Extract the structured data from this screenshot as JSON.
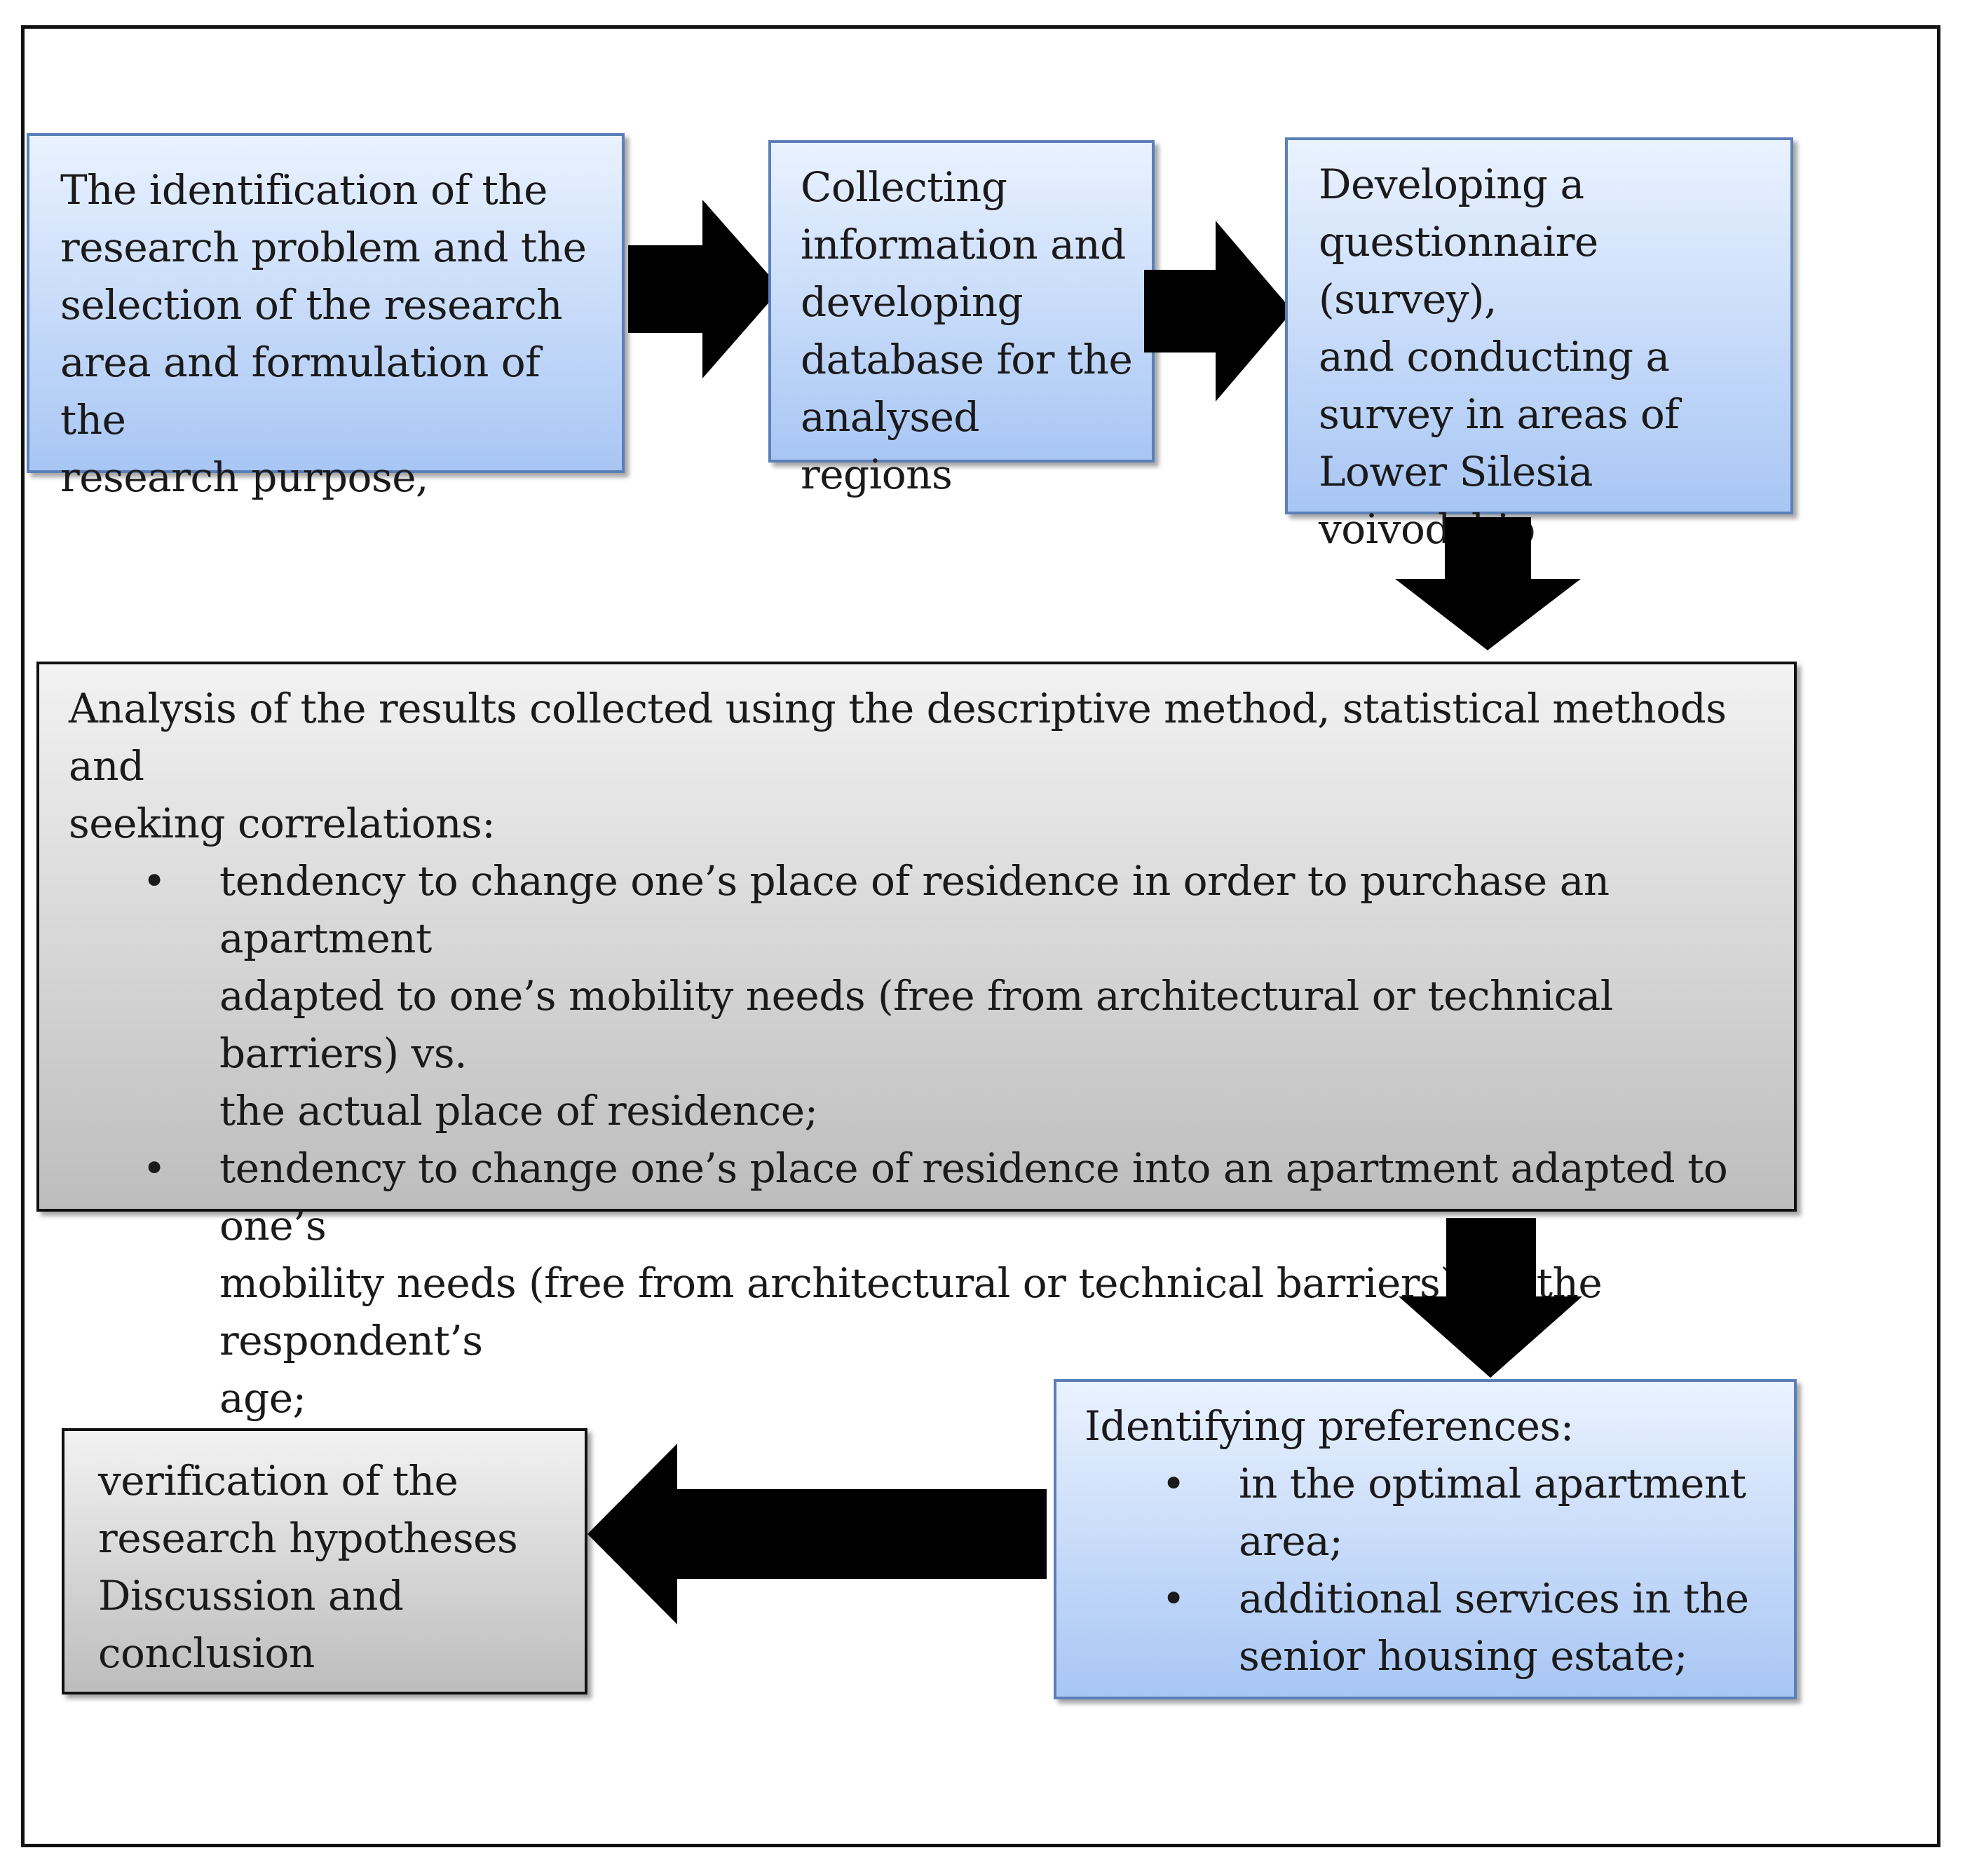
{
  "steps": {
    "identification": {
      "lines": [
        "The identification of the",
        "research problem and the",
        "selection of the research",
        "area and formulation of the",
        "research purpose,"
      ]
    },
    "collecting": {
      "lines": [
        "Collecting",
        "information and",
        "developing",
        "database for the",
        "analysed regions"
      ]
    },
    "questionnaire": {
      "lines": [
        "Developing a",
        "questionnaire (survey),",
        "and conducting a",
        "survey in areas of",
        "Lower Silesia",
        "voivodship"
      ]
    },
    "analysis": {
      "intro_lines": [
        "Analysis of the results collected using the descriptive method, statistical methods and",
        "seeking correlations:"
      ],
      "bullets": [
        {
          "lines": [
            "tendency to change one’s place of residence in order to purchase an apartment",
            "adapted to one’s mobility needs (free from architectural or technical barriers) vs.",
            "the actual place of residence;"
          ]
        },
        {
          "lines": [
            "tendency to change one’s place of residence into an apartment adapted to one’s",
            "mobility needs (free from architectural or technical barriers) vs. the respondent’s",
            "age;"
          ]
        }
      ]
    },
    "preferences": {
      "intro": "Identifying preferences:",
      "bullets": [
        {
          "lines": [
            "in the optimal apartment",
            "area;"
          ]
        },
        {
          "lines": [
            "additional services in the",
            "senior housing estate;"
          ]
        }
      ]
    },
    "verification": {
      "lines": [
        "verification of the",
        "research hypotheses",
        "Discussion and",
        "conclusion"
      ]
    }
  },
  "colors": {
    "blue_box_top": "#eaf2ff",
    "blue_box_bottom": "#a8c6f4",
    "blue_box_border": "#5b7fb8",
    "gray_box_top": "#f2f2f2",
    "gray_box_bottom": "#bdbdbd",
    "arrow": "#000000"
  }
}
